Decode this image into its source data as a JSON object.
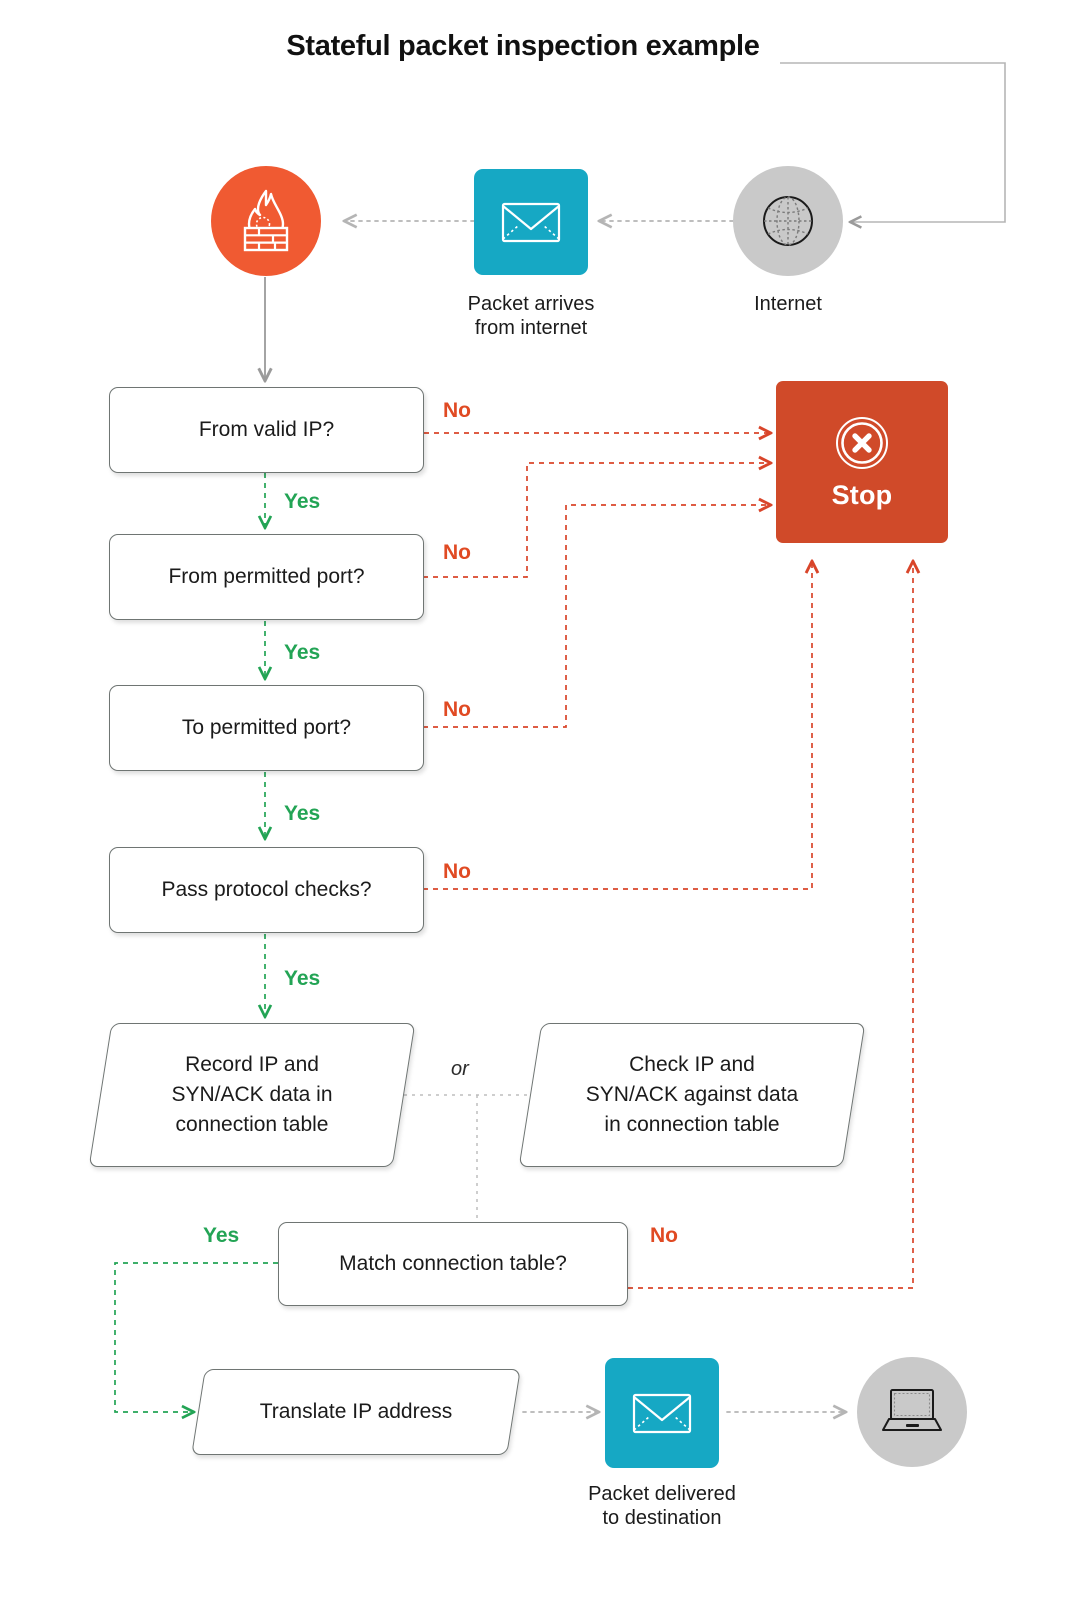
{
  "title": "Stateful packet inspection example",
  "colors": {
    "firewall_orange": "#f05a32",
    "packet_teal": "#16a8c4",
    "stop_red": "#d04a29",
    "yes_green": "#23a455",
    "no_red": "#e04a23",
    "grey": "#c9c9c9",
    "wire_grey": "#b5b5b5"
  },
  "icons": {
    "firewall": "firewall-flame-brick-icon",
    "packet_in": "envelope-icon",
    "internet": "globe-icon",
    "stop": "circle-x-icon",
    "packet_out": "envelope-icon",
    "destination": "laptop-icon"
  },
  "top_row": {
    "firewall_caption": "",
    "packet_caption_line1": "Packet arrives",
    "packet_caption_line2": "from internet",
    "internet_caption": "Internet"
  },
  "decisions": [
    {
      "id": "valid-ip",
      "text": "From valid IP?"
    },
    {
      "id": "from-port",
      "text": "From permitted port?"
    },
    {
      "id": "to-port",
      "text": "To permitted port?"
    },
    {
      "id": "protocol",
      "text": "Pass protocol checks?"
    },
    {
      "id": "match-table",
      "text": "Match connection table?"
    }
  ],
  "processes": [
    {
      "id": "record",
      "line1": "Record IP and",
      "line2": "SYN/ACK data in",
      "line3": "connection table"
    },
    {
      "id": "check",
      "line1": "Check IP and",
      "line2": "SYN/ACK against data",
      "line3": "in connection table"
    },
    {
      "id": "translate",
      "text": "Translate IP address"
    }
  ],
  "terminal": {
    "stop_label": "Stop"
  },
  "edge_labels": {
    "yes": "Yes",
    "no": "No",
    "or": "or"
  },
  "bottom_row": {
    "delivered_line1": "Packet delivered",
    "delivered_line2": "to destination"
  }
}
